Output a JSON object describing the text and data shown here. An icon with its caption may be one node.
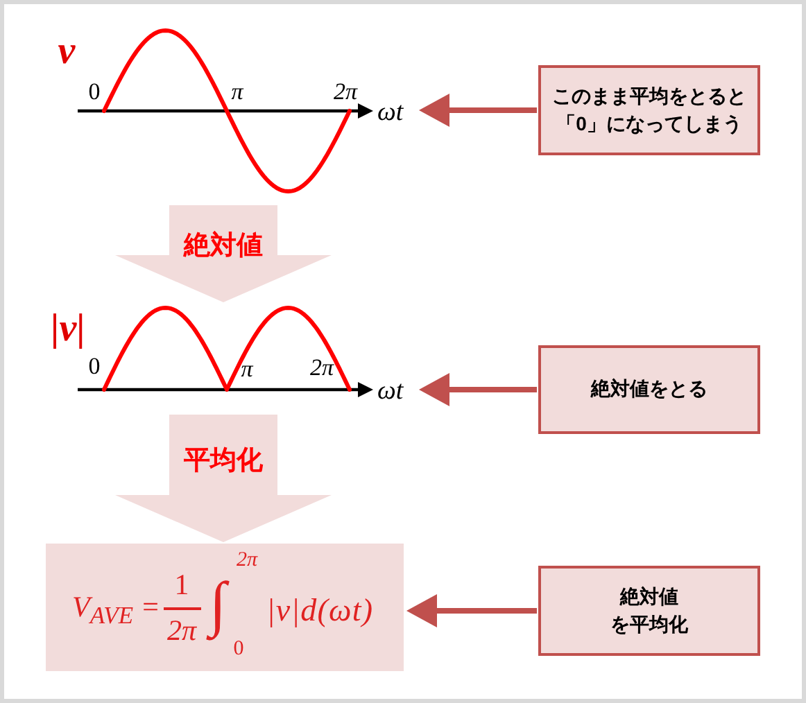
{
  "diagram": {
    "nodes": [
      {
        "text": [
          "v",
          "0",
          "π",
          "2π",
          "ωt"
        ]
      },
      {
        "text": [
          "このまま平均をとると「0」になってしまう"
        ]
      },
      {
        "text": [
          "|v|",
          "0",
          "π",
          "2π",
          "ωt"
        ]
      },
      {
        "text": [
          "絶対値をとる"
        ]
      },
      {
        "text": [
          "V$_{AVE}$ =",
          "1",
          "2π",
          "∫",
          "2π",
          "0",
          "|v|d(ωt)"
        ]
      },
      {
        "text": [
          "絶対値を平均化"
        ]
      }
    ],
    "edges": [
      {
        "from": 0,
        "to": 2,
        "arrow": "to",
        "label": "絶対値",
        "style": "thick",
        "color": "#f2dcdb"
      },
      {
        "from": 1,
        "to": 0,
        "arrow": "to"
      },
      {
        "from": 2,
        "to": 4,
        "arrow": "to",
        "label": "平均化",
        "style": "thick",
        "color": "#f2dcdb"
      },
      {
        "from": 3,
        "to": 2,
        "arrow": "to"
      },
      {
        "from": 5,
        "to": 4,
        "arrow": "to"
      }
    ]
  }
}
